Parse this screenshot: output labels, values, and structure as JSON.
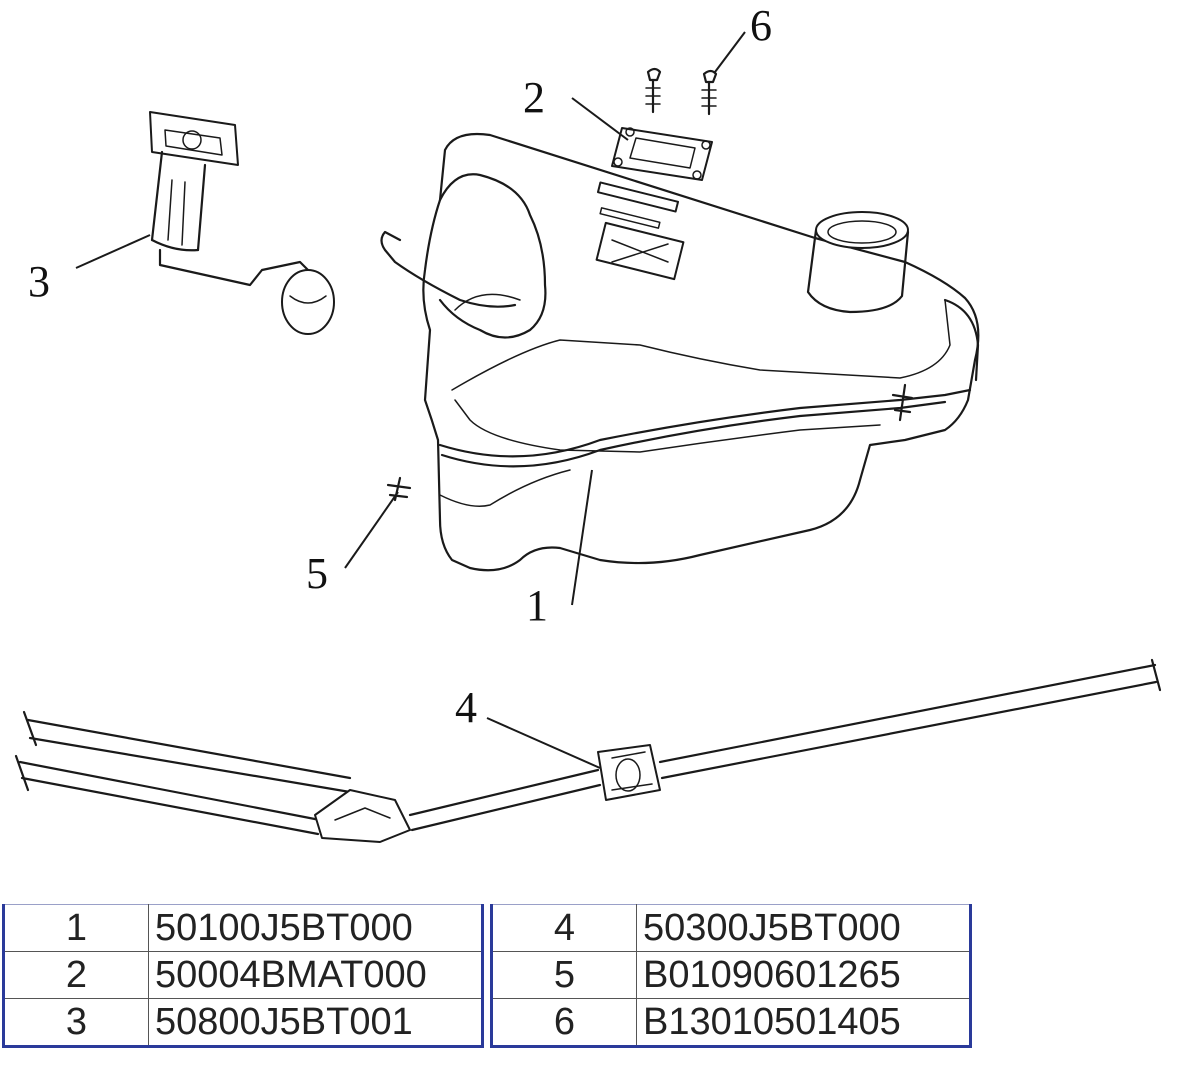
{
  "callouts": {
    "c1": "1",
    "c2": "2",
    "c3": "3",
    "c4": "4",
    "c5": "5",
    "c6": "6"
  },
  "parts_table": {
    "left": [
      {
        "num": "1",
        "code": "50100J5BT000"
      },
      {
        "num": "2",
        "code": "50004BMAT000"
      },
      {
        "num": "3",
        "code": "50800J5BT001"
      }
    ],
    "right": [
      {
        "num": "4",
        "code": "50300J5BT000"
      },
      {
        "num": "5",
        "code": "B01090601265"
      },
      {
        "num": "6",
        "code": "B13010501405"
      }
    ]
  },
  "colors": {
    "ink": "#1a1a1a",
    "table_border": "#2a3a9a",
    "background": "#ffffff"
  }
}
